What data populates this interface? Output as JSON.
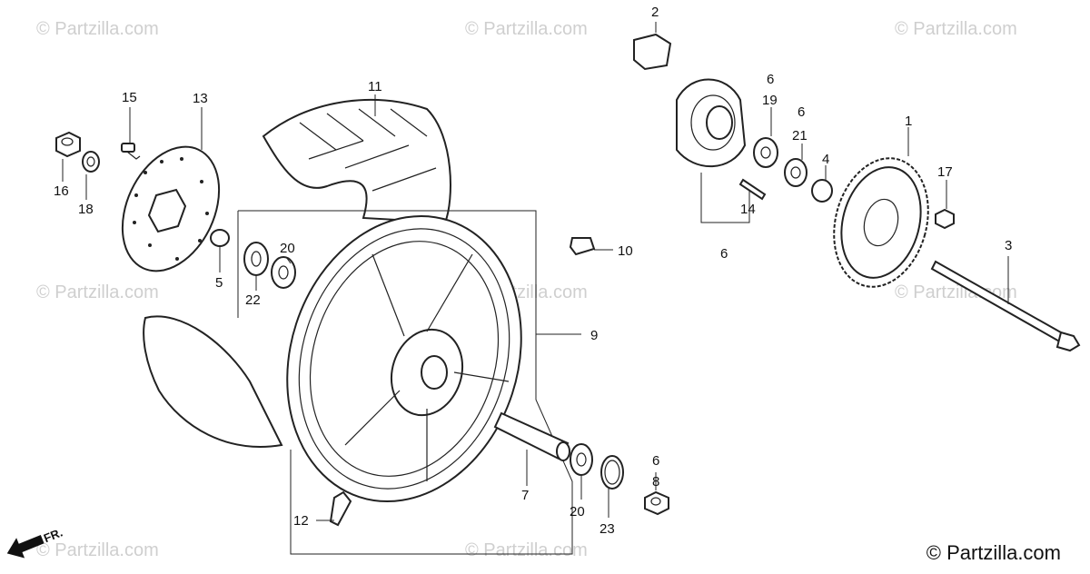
{
  "watermark_text": "© Partzilla.com",
  "copyright": "© Partzilla.com",
  "direction_label": "FR.",
  "callouts": {
    "c1": "1",
    "c2": "2",
    "c3": "3",
    "c4": "4",
    "c5": "5",
    "c6a": "6",
    "c6b": "6",
    "c6c": "6",
    "c6d": "6",
    "c7": "7",
    "c8": "8",
    "c9": "9",
    "c10": "10",
    "c11": "11",
    "c12": "12",
    "c13": "13",
    "c14": "14",
    "c15": "15",
    "c16": "16",
    "c17": "17",
    "c18": "18",
    "c19": "19",
    "c20a": "20",
    "c20b": "20",
    "c21": "21",
    "c22": "22",
    "c23": "23"
  }
}
